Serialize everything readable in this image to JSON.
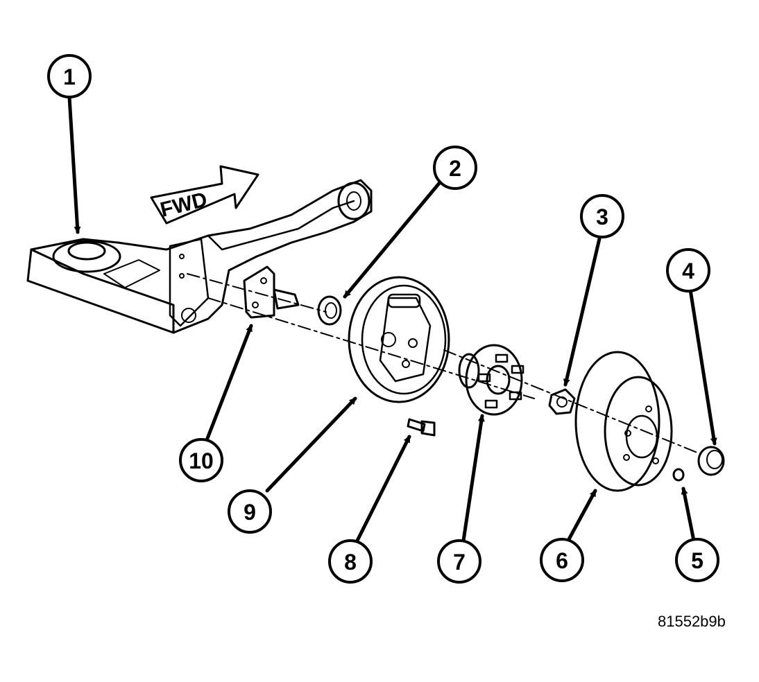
{
  "figure": {
    "fwd_label": "FWD",
    "figure_id": "81552b9b"
  },
  "callouts": [
    {
      "id": "1",
      "label": "1"
    },
    {
      "id": "2",
      "label": "2"
    },
    {
      "id": "3",
      "label": "3"
    },
    {
      "id": "4",
      "label": "4"
    },
    {
      "id": "5",
      "label": "5"
    },
    {
      "id": "6",
      "label": "6"
    },
    {
      "id": "7",
      "label": "7"
    },
    {
      "id": "8",
      "label": "8"
    },
    {
      "id": "9",
      "label": "9"
    },
    {
      "id": "10",
      "label": "10"
    }
  ],
  "colors": {
    "ink": "#000000",
    "paper": "#ffffff"
  }
}
